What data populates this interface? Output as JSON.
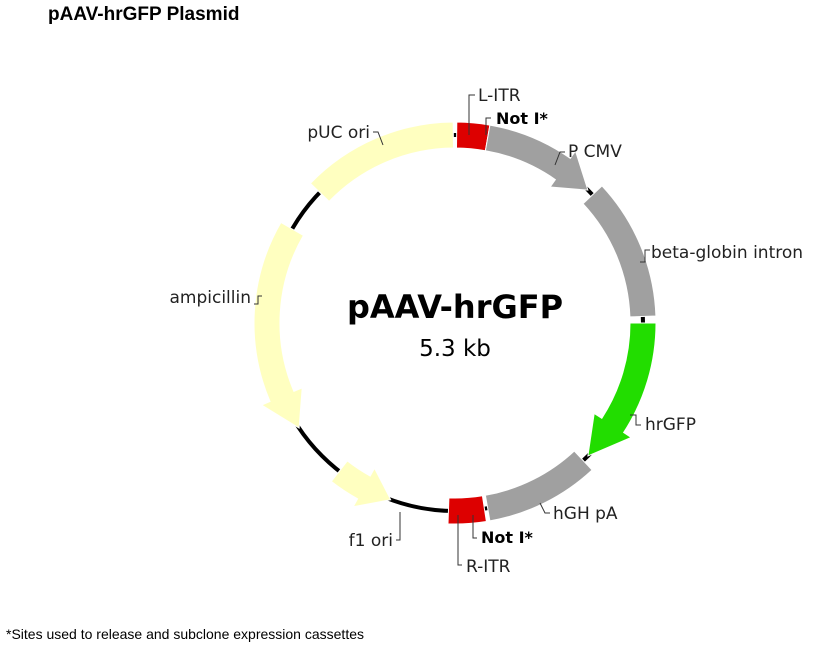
{
  "header": {
    "title": "pAAV-hrGFP Plasmid"
  },
  "plasmid": {
    "name": "pAAV-hrGFP",
    "size": "5.3 kb"
  },
  "features": [
    {
      "id": "l-itr",
      "label": "L-ITR",
      "color": "#dd0000"
    },
    {
      "id": "p-cmv",
      "label": "P CMV",
      "color": "#a0a0a0"
    },
    {
      "id": "beta-globin-intron",
      "label": "beta-globin intron",
      "color": "#a0a0a0"
    },
    {
      "id": "hrgfp",
      "label": "hrGFP",
      "color": "#22dd00"
    },
    {
      "id": "hgh-pa",
      "label": "hGH pA",
      "color": "#a0a0a0"
    },
    {
      "id": "r-itr",
      "label": "R-ITR",
      "color": "#dd0000"
    },
    {
      "id": "f1-ori",
      "label": "f1  ori",
      "color": "#ffffc0"
    },
    {
      "id": "ampicillin",
      "label": "ampicillin",
      "color": "#ffffc0"
    },
    {
      "id": "puc-ori",
      "label": "pUC ori",
      "color": "#ffffc0"
    }
  ],
  "sites": [
    {
      "id": "not-i-top",
      "label": "Not I*"
    },
    {
      "id": "not-i-bottom",
      "label": "Not I*"
    }
  ],
  "footnote": "*Sites used to release and subclone expression cassettes"
}
